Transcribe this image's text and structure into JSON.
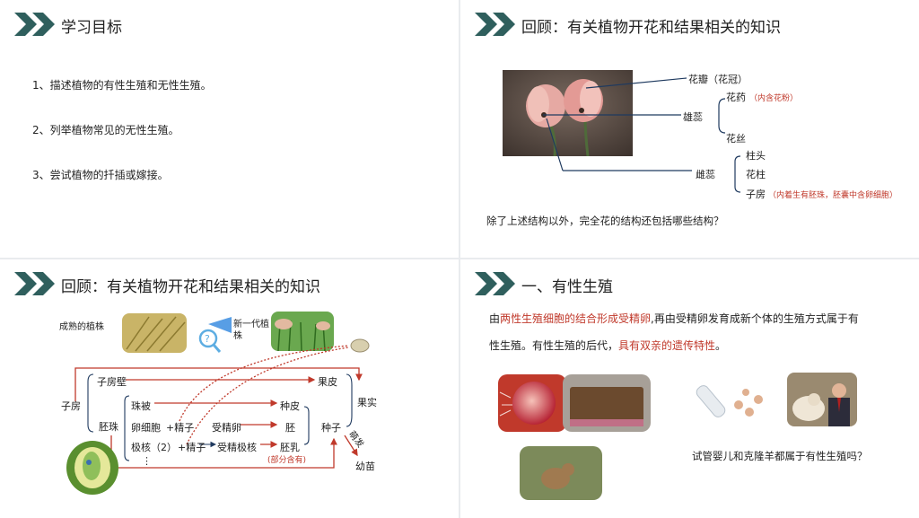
{
  "colors": {
    "accent": "#2f5f5d",
    "highlight": "#c0392b",
    "line_blue": "#1f3a5f"
  },
  "slide1": {
    "title": "学习目标",
    "items": [
      "1、描述植物的有性生殖和无性生殖。",
      "2、列举植物常见的无性生殖。",
      "3、尝试植物的扦插或嫁接。"
    ]
  },
  "slide2": {
    "title": "回顾：有关植物开花和结果相关的知识",
    "labels": {
      "petal": "花瓣（花冠）",
      "anther": "花药",
      "anther_note": "（内含花粉）",
      "stamen": "雄蕊",
      "filament": "花丝",
      "stigma": "柱头",
      "style": "花柱",
      "pistil": "雌蕊",
      "ovary": "子房",
      "ovary_note": "（内着生有胚珠，胚囊中含卵细胞）"
    },
    "question": "除了上述结构以外，完全花的结构还包括哪些结构？"
  },
  "slide3": {
    "title": "回顾：有关植物开花和结果相关的知识",
    "mature": "成熟的植株",
    "new_plant": "新一代植株",
    "nodes": {
      "ovary": "子房",
      "ovary_wall": "子房壁",
      "pericarp": "果皮",
      "fruit": "果实",
      "ovule": "胚珠",
      "integument": "珠被",
      "seed_coat": "种皮",
      "egg": "卵细胞",
      "sperm1": "+精子",
      "zygote": "受精卵",
      "embryo": "胚",
      "seed": "种子",
      "polar": "极核（2）",
      "sperm2": "+精子",
      "fert_polar": "受精极核",
      "endosperm": "胚乳",
      "partial": "(部分含有)",
      "ellipsis": "⋮",
      "germinate": "萌发",
      "seedling": "幼苗"
    }
  },
  "slide4": {
    "title": "一、有性生殖",
    "p1_before": "由",
    "p1_red": "两性生殖细胞的结合形成受精卵",
    "p1_after": ",再由受精卵发育成新个体的生殖方式属于有",
    "p2_before": "性生殖。有性生殖的后代，",
    "p2_red": "具有双亲的遗传特性",
    "p2_after": "。",
    "question": "试管婴儿和克隆羊都属于有性生殖吗？"
  }
}
